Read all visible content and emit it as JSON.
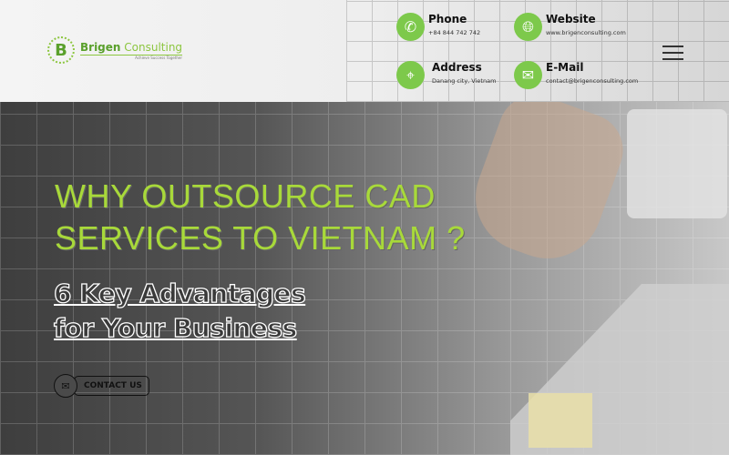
{
  "header": {
    "logo": {
      "name_a": "Brigen",
      "name_b": " Consulting",
      "tagline": "Achieve Success Together",
      "mark": "B"
    },
    "contacts": [
      {
        "label": "Phone",
        "value": "+84 844 742 742",
        "icon": "phone-icon"
      },
      {
        "label": "Website",
        "value": "www.brigenconsulting.com",
        "icon": "globe-icon"
      },
      {
        "label": "Address",
        "value": "Danang city, Vietnam",
        "icon": "map-pin-icon"
      },
      {
        "label": "E-Mail",
        "value": "contact@brigenconsulting.com",
        "icon": "mail-icon"
      }
    ],
    "menu_icon": "hamburger-menu-icon"
  },
  "hero": {
    "title_line1": "WHY OUTSOURCE CAD",
    "title_line2": "SERVICES TO VIETNAM ?",
    "subtitle_line1": "6 Key Advantages",
    "subtitle_line2": "for Your Business",
    "cta_label": "CONTACT US",
    "cta_icon": "mail-icon"
  },
  "colors": {
    "accent": "#7dc94b",
    "title": "#a8d93a",
    "brand": "#5aa02c"
  }
}
